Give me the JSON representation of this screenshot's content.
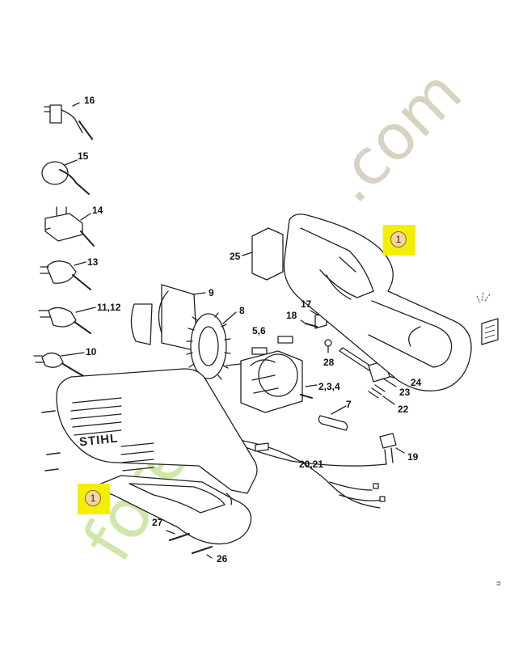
{
  "diagram": {
    "labels": {
      "p16": "16",
      "p15": "15",
      "p14": "14",
      "p13": "13",
      "p11_12": "11,12",
      "p10": "10",
      "p9": "9",
      "p8": "8",
      "p5_6": "5,6",
      "p25": "25",
      "p17": "17",
      "p18": "18",
      "p28": "28",
      "p2_3_4": "2,3,4",
      "p7": "7",
      "p24": "24",
      "p23": "23",
      "p22": "22",
      "p19": "19",
      "p20_21": "20,21",
      "p27": "27",
      "p26": "26"
    },
    "callout_top": "1",
    "callout_bottom": "1",
    "brand_logo": "STIHL",
    "corner_mark": "ᴝ",
    "watermark": "forestry.com",
    "colors": {
      "highlight": "#f6ee00",
      "callout_fill": "#f4d6a0",
      "watermark_green": "#cfe7a9",
      "watermark_tan": "#d8d2c3",
      "line": "#222222"
    }
  }
}
